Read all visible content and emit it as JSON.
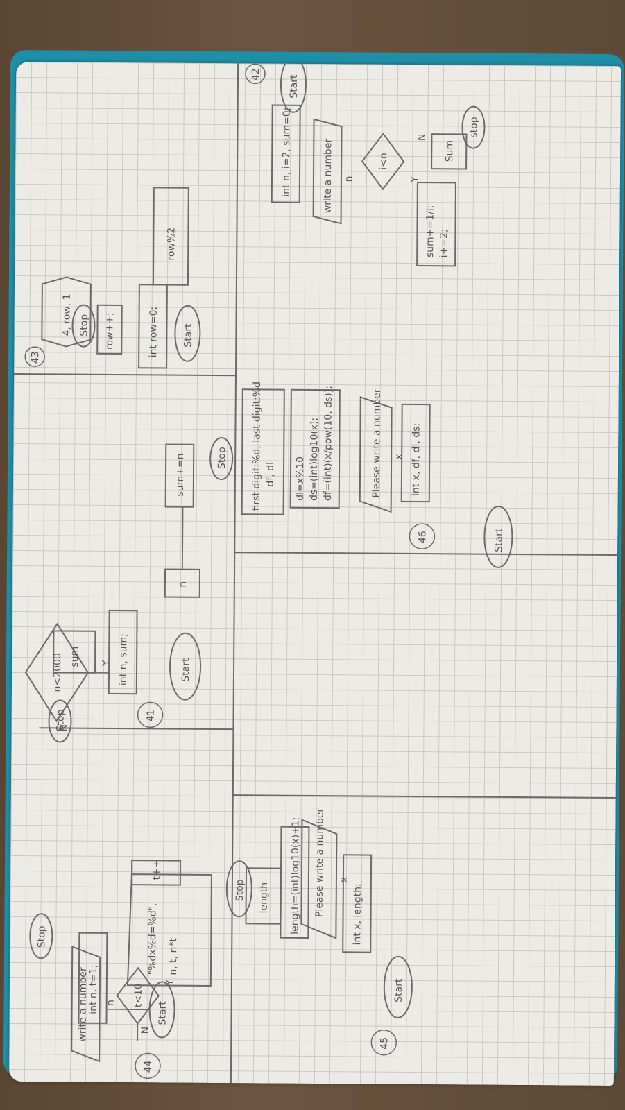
{
  "labels": {
    "p41": "41",
    "p42": "42",
    "p43": "43",
    "p44": "44",
    "p45": "45",
    "p46": "46"
  },
  "f41": {
    "start": "Start",
    "decl": "int n, sum;",
    "cond": "n<2000",
    "yes": "Y",
    "no": "N",
    "in": "n",
    "assign": "sum+=n",
    "out": "sum",
    "stop": "Stop"
  },
  "f42": {
    "start": "Start",
    "decl": "int n, i=2, sum=0;",
    "input": "write a number",
    "var": "n",
    "cond": "i<n",
    "yes": "Y",
    "no": "N",
    "body1": "sum+=1/i;",
    "body2": "i+=2;",
    "out": "Sum",
    "stop": "stop"
  },
  "f43": {
    "start": "Start",
    "decl": "int row=0;",
    "inc": "row++;",
    "cond": "4, row, 1",
    "out": "row%2",
    "stop": "Stop"
  },
  "f44": {
    "start": "Start",
    "decl": "int n, t=1;",
    "input": "write a number",
    "var": "n",
    "cond": "t<10",
    "yes": "Y",
    "no": "N",
    "out1": "\"%dx%d=%d\",",
    "out2": "n, t, n*t",
    "inc": "t++",
    "stop": "Stop"
  },
  "f45": {
    "start": "Start",
    "decl": "int x, length;",
    "input": "Please write a number",
    "var": "x",
    "calc": "length=(int)log10(x)+1;",
    "out": "length",
    "stop": "Stop"
  },
  "f46": {
    "start": "Start",
    "decl": "int x, df, dl, ds;",
    "input": "Please write a number",
    "var": "x",
    "calc1": "dl=x%10",
    "calc2": "ds=(int)log10(x);",
    "calc3": "df=(int)(x/pow(10, ds));",
    "out1": "first digit:%d, last digit:%d",
    "out2": "df, dl",
    "stop": "Stop"
  }
}
